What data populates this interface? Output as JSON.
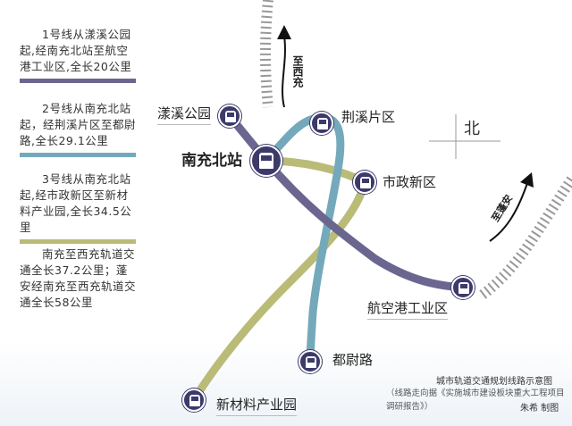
{
  "legend": [
    {
      "text": "1号线从漾溪公园起,经南充北站至航空港工业区,全长20公里",
      "color": "#6b6690"
    },
    {
      "text": "2号线从南充北站起，经荆溪片区至都尉路,全长29.1公里",
      "color": "#74a9bb"
    },
    {
      "text": "3号线从南充北站起,经市政新区至新材料产业园,全长34.5公里",
      "color": "#b9bb77"
    },
    {
      "text": "南充至西充轨道交通全长37.2公里；蓬安经南充至西充轨道交通全长58公里",
      "color": ""
    }
  ],
  "stations": {
    "s1": "漾溪公园",
    "s2": "荆溪片区",
    "s3": "南充北站",
    "s4": "市政新区",
    "s5": "航空港工业区",
    "s6": "都尉路",
    "s7": "新材料产业园"
  },
  "directions": {
    "north": "北",
    "to_xichong": "至西充",
    "to_pengan": "至蓬安"
  },
  "caption": {
    "title": "城市轨道交通规划线路示意图",
    "source": "（线路走向据《实施城市建设板块重大工程项目调研报告》）",
    "author": "朱希 制图"
  },
  "colors": {
    "line1": "#6b6690",
    "line2": "#74a9bb",
    "line3": "#b9bb77",
    "station": "#3d3a6b"
  }
}
